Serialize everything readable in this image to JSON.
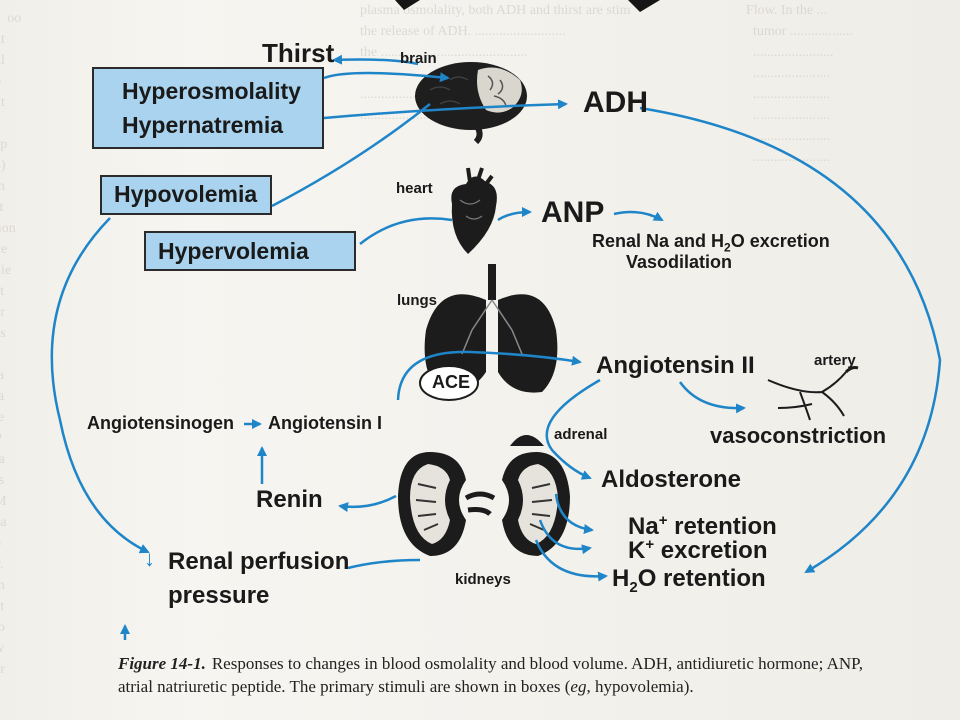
{
  "figure": {
    "labels": {
      "thirst": "Thirst",
      "brain": "brain",
      "adh": "ADH",
      "heart": "heart",
      "anp": "ANP",
      "renal_excretion_line1_pre": "Renal Na and H",
      "renal_excretion_sub": "2",
      "renal_excretion_line1_post": "O excretion",
      "vasodilation": "Vasodilation",
      "lungs": "lungs",
      "ace": "ACE",
      "angiotensin_ii": "Angiotensin II",
      "artery": "artery",
      "angiotensinogen": "Angiotensinogen",
      "angiotensin_i": "Angiotensin I",
      "vasoconstriction": "vasoconstriction",
      "adrenal": "adrenal",
      "aldosterone": "Aldosterone",
      "renin": "Renin",
      "na": "Na",
      "na_sup": "+",
      "na_retention": " retention",
      "k": "K",
      "k_sup": "+",
      "k_excretion": " excretion",
      "h2o_pre": "H",
      "h2o_sub": "2",
      "h2o_post": "O retention",
      "renal_perfusion_1": "Renal perfusion",
      "renal_perfusion_2": "pressure",
      "kidneys": "kidneys",
      "down_arrow": "↓"
    },
    "boxes": {
      "hyperosmolality": "Hyperosmolality",
      "hypernatremia": "Hypernatremia",
      "hypovolemia": "Hypovolemia",
      "hypervolemia": "Hypervolemia"
    },
    "caption": {
      "label": "Figure 14-1.",
      "text_1": "Responses to changes in blood osmolality and blood volume. ADH, antidiuretic hormone; ANP, atrial natriuretic peptide. The primary stimuli are shown in boxes (",
      "eg": "eg",
      "text_2": ", hypovolemia)."
    }
  },
  "colors": {
    "arrow": "#1f85c9",
    "box_fill": "#a9d3ee",
    "text": "#1a1a1a"
  }
}
